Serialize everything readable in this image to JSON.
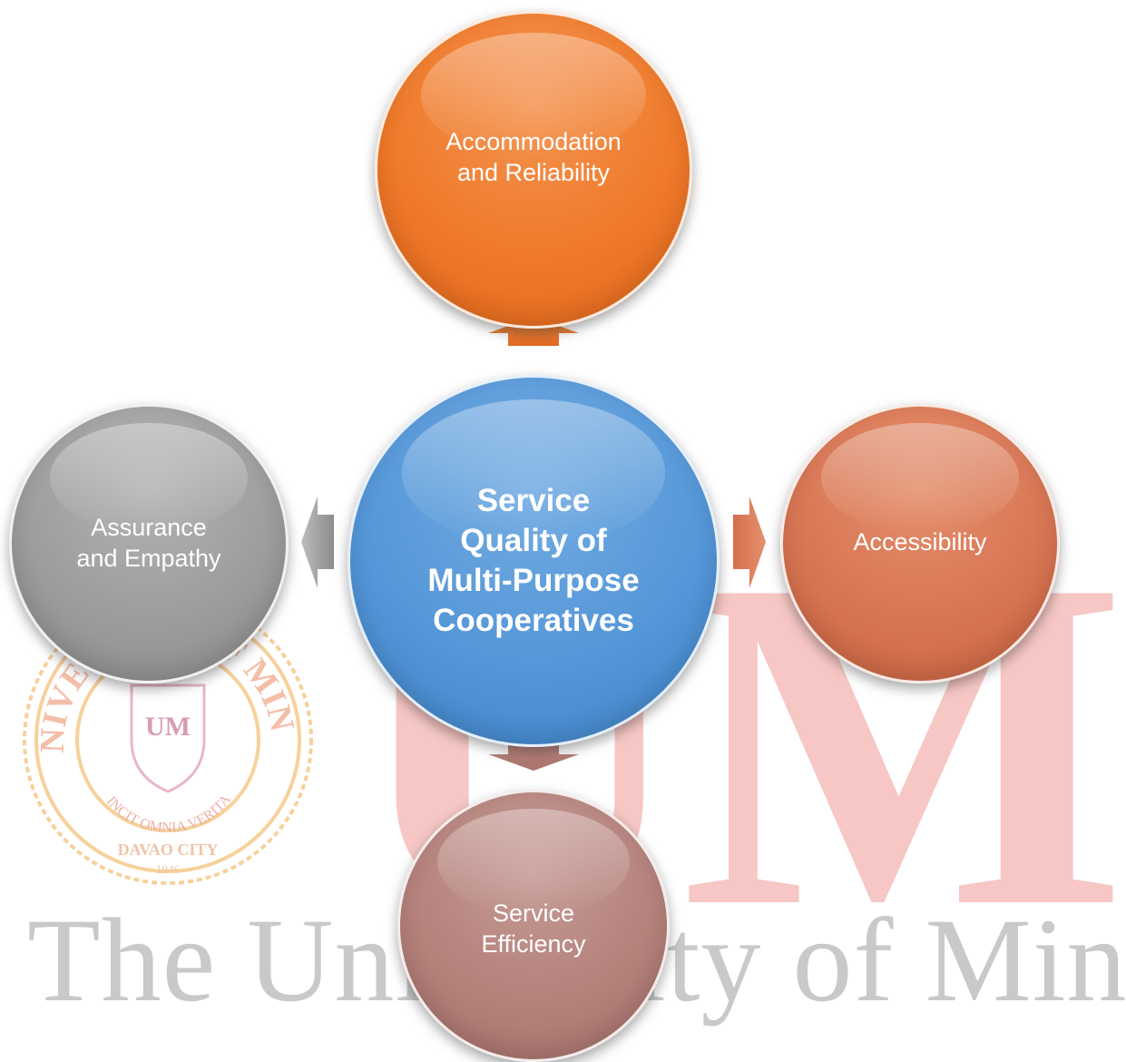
{
  "center": {
    "label": "Service\nQuality of\nMulti-Purpose\nCooperatives",
    "color": "#5597d8"
  },
  "nodes": {
    "top": {
      "label": "Accommodation\nand Reliability",
      "color": "#ef7a2a"
    },
    "left": {
      "label": "Assurance\nand Empathy",
      "color": "#9d9d9d"
    },
    "right": {
      "label": "Accessibility",
      "color": "#d87654"
    },
    "bottom": {
      "label": "Service\nEfficiency",
      "color": "#b5827c"
    }
  },
  "watermark": {
    "logo_text": "UM",
    "university_name": "The University of Mindanao",
    "seal_top": "THE UNIVERSITY OF MINDANAO",
    "seal_motto": "VINCIT OMNIA VERITAS",
    "seal_city": "DAVAO CITY",
    "seal_year": "1946",
    "seal_monogram": "UM"
  }
}
